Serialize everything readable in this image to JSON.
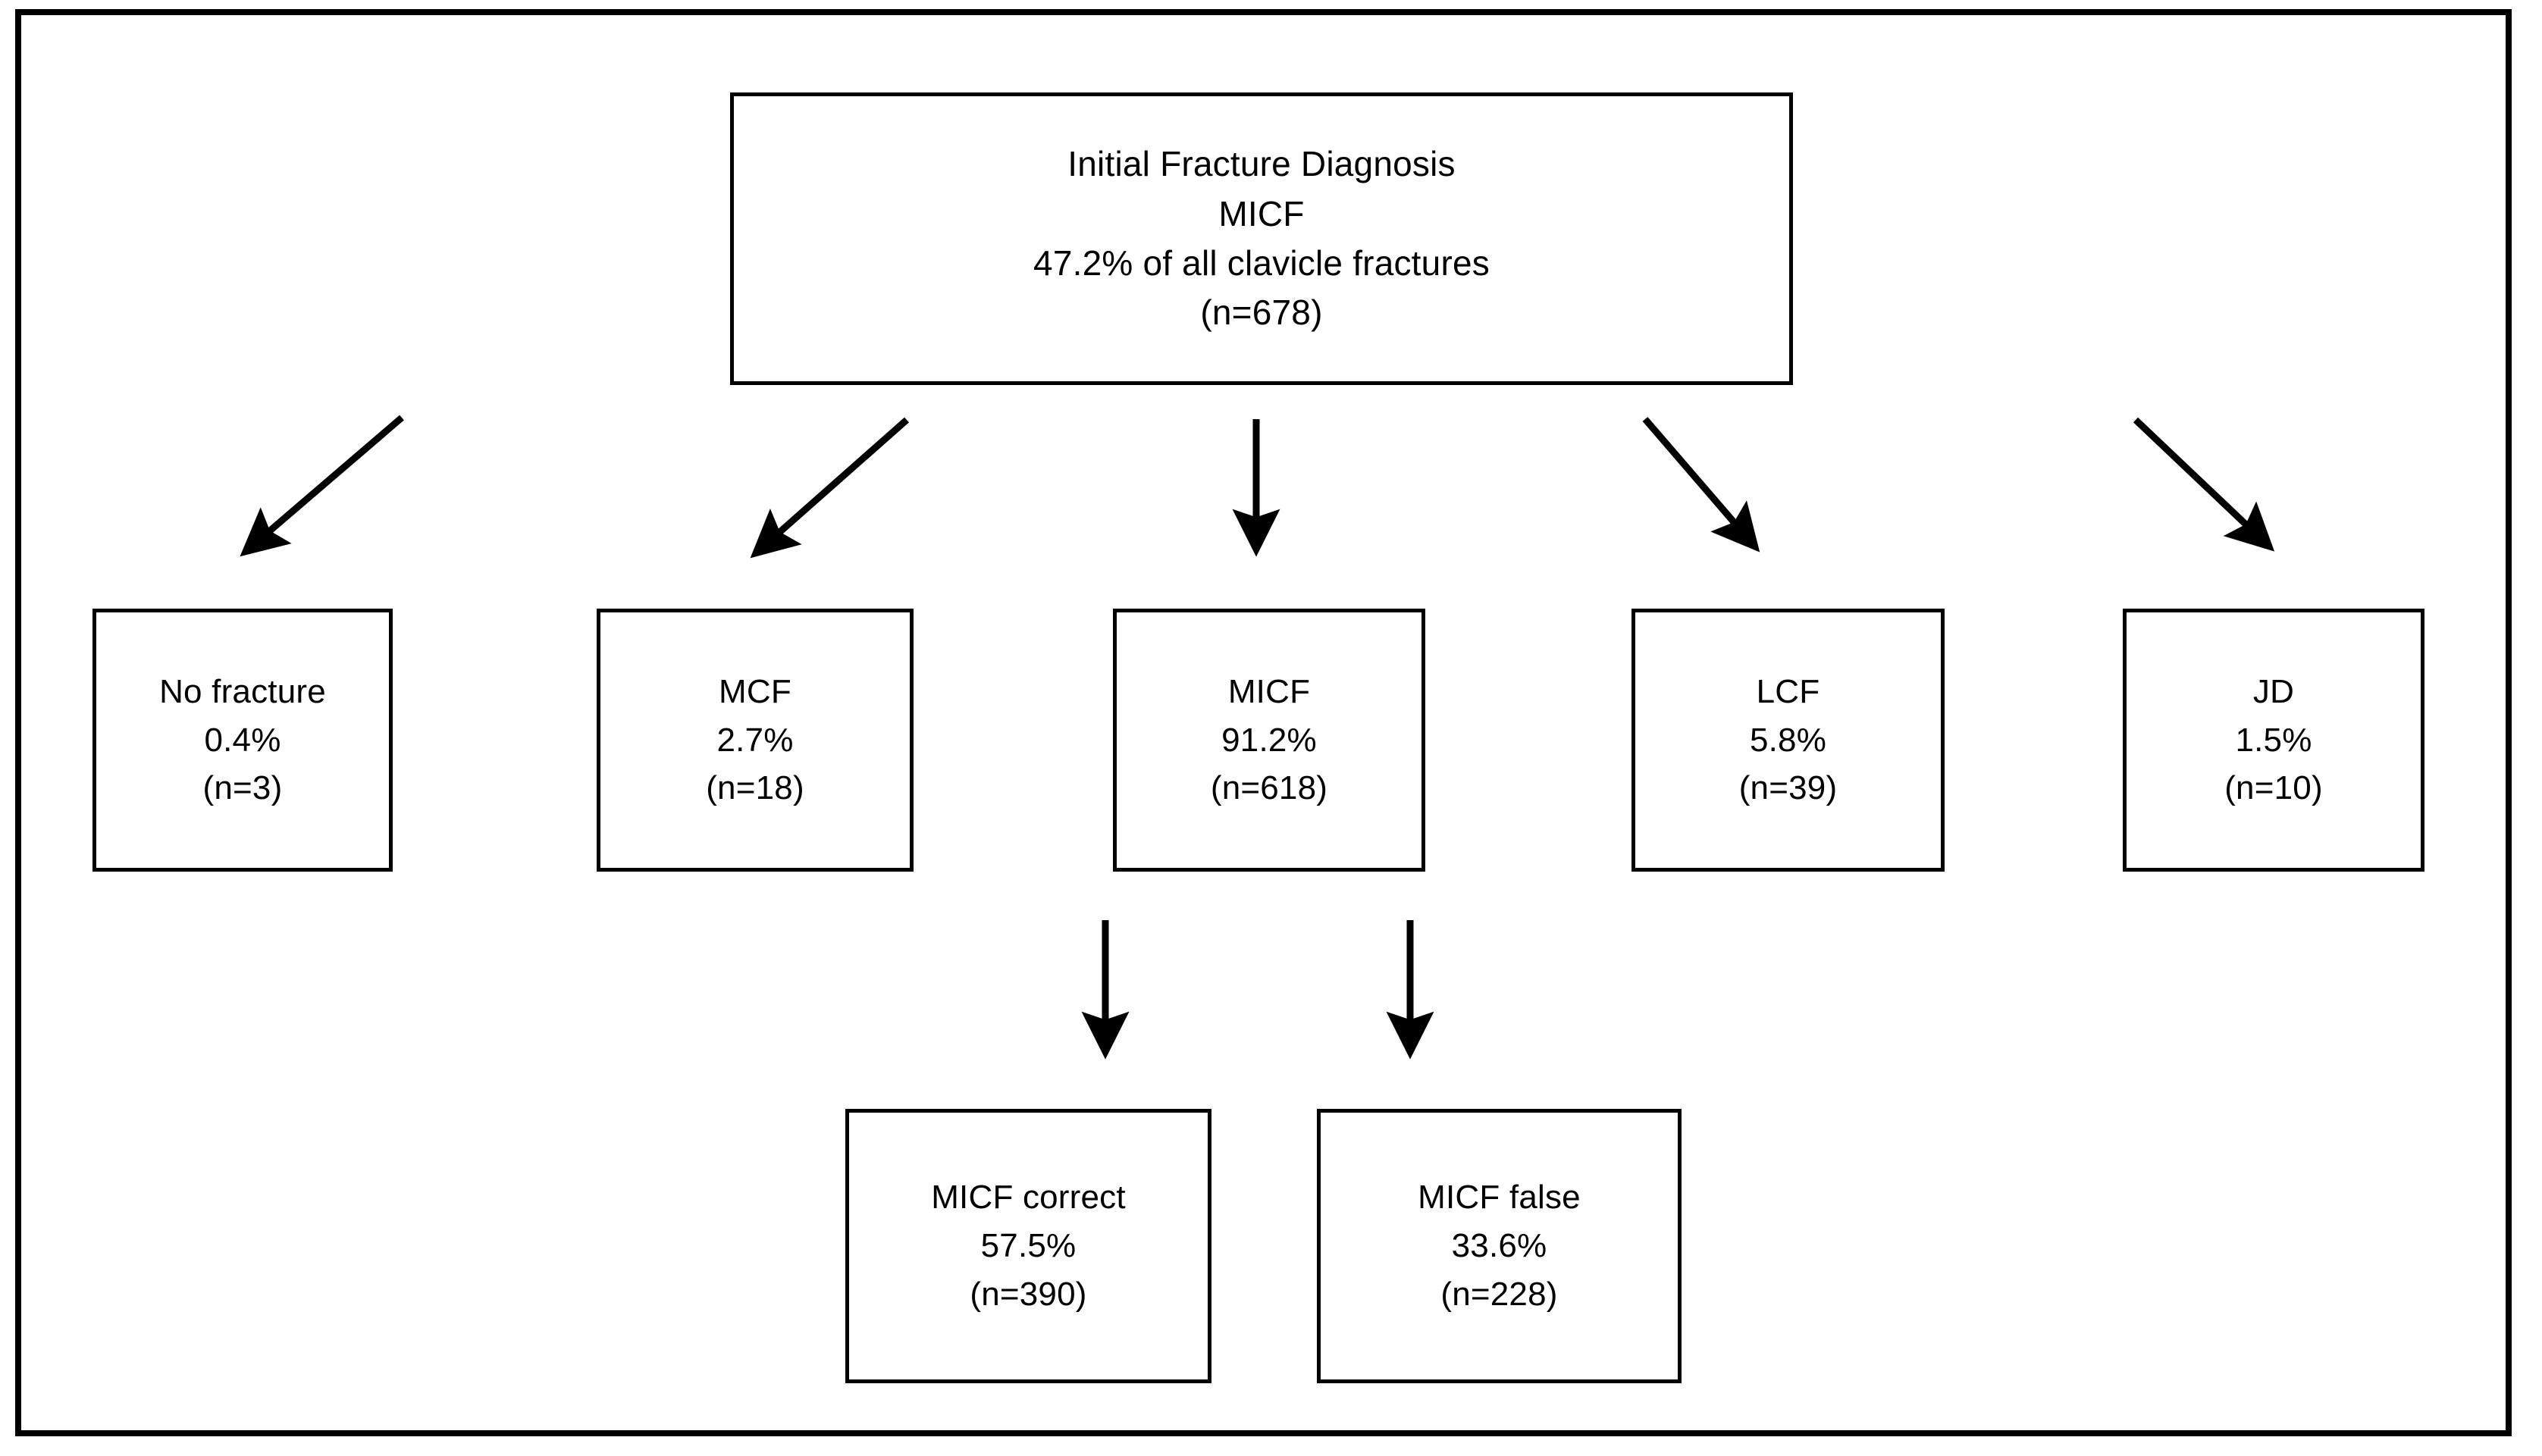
{
  "figure": {
    "type": "flowchart",
    "title": "Initial Fracture Diagnosis MICF flow"
  },
  "root": {
    "name": "initial-fracture-diagnosis",
    "line1": "Initial Fracture Diagnosis",
    "line2": "MICF",
    "line3": "47.2% of all clavicle fractures",
    "line4": "(n=678)"
  },
  "tier2": [
    {
      "key": "no-fracture",
      "label": "No fracture",
      "percent": "0.4%",
      "count": "(n=3)"
    },
    {
      "key": "mcf",
      "label": "MCF",
      "percent": "2.7%",
      "count": "(n=18)"
    },
    {
      "key": "micf",
      "label": "MICF",
      "percent": "91.2%",
      "count": "(n=618)"
    },
    {
      "key": "lcf",
      "label": "LCF",
      "percent": "5.8%",
      "count": "(n=39)"
    },
    {
      "key": "jd",
      "label": "JD",
      "percent": "1.5%",
      "count": "(n=10)"
    }
  ],
  "tier3": [
    {
      "key": "micf-correct",
      "label": "MICF correct",
      "percent": "57.5%",
      "count": "(n=390)"
    },
    {
      "key": "micf-false",
      "label": "MICF false",
      "percent": "33.6%",
      "count": "(n=228)"
    }
  ],
  "colors": {
    "stroke": "#000000",
    "background": "#ffffff",
    "text": "#000000"
  },
  "chart_data": {
    "type": "diagram",
    "title": "Initial Fracture Diagnosis MICF",
    "root": {
      "label": "Initial Fracture Diagnosis MICF",
      "percent_of_all_clavicle_fractures": 47.2,
      "n": 678
    },
    "children": [
      {
        "label": "No fracture",
        "percent": 0.4,
        "n": 3
      },
      {
        "label": "MCF",
        "percent": 2.7,
        "n": 18
      },
      {
        "label": "MICF",
        "percent": 91.2,
        "n": 618
      },
      {
        "label": "LCF",
        "percent": 5.8,
        "n": 39
      },
      {
        "label": "JD",
        "percent": 1.5,
        "n": 10
      }
    ],
    "grandchildren_of_micf": [
      {
        "label": "MICF correct",
        "percent": 57.5,
        "n": 390
      },
      {
        "label": "MICF false",
        "percent": 33.6,
        "n": 228
      }
    ]
  }
}
